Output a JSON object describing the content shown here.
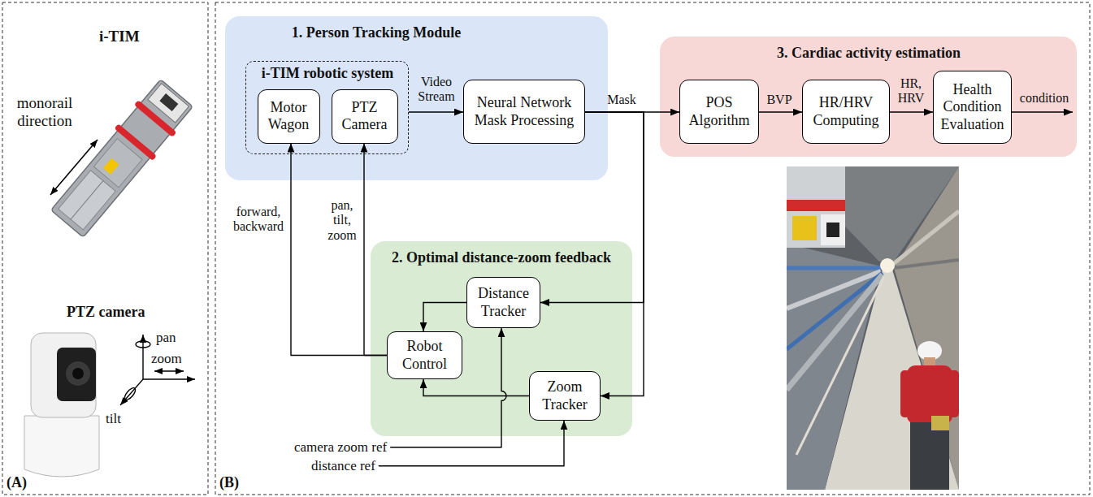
{
  "diagram": {
    "nodes": [
      {
        "text": [
          "1. Person Tracking Module"
        ]
      },
      {
        "text": [
          "i-TIM robotic system"
        ],
        "in": 0
      },
      {
        "text": [
          "Motor Wagon"
        ],
        "in": 1
      },
      {
        "text": [
          "PTZ Camera"
        ],
        "in": 1
      },
      {
        "text": [
          "Neural Network Mask Processing"
        ],
        "in": 0
      },
      {
        "text": [
          "3. Cardiac activity estimation"
        ]
      },
      {
        "text": [
          "POS Algorithm"
        ],
        "in": 5
      },
      {
        "text": [
          "HR/HRV Computing"
        ],
        "in": 5
      },
      {
        "text": [
          "Health Condition Evaluation"
        ],
        "in": 5
      },
      {
        "text": [
          "2. Optimal distance-zoom feedback"
        ]
      },
      {
        "text": [
          "Distance Tracker"
        ],
        "in": 9
      },
      {
        "text": [
          "Robot Control"
        ],
        "in": 9
      },
      {
        "text": [
          "Zoom Tracker"
        ],
        "in": 9
      }
    ],
    "edges": [
      {
        "from": 1,
        "to": 4,
        "label": "Video Stream",
        "arrow": "to"
      },
      {
        "from": 4,
        "to": 6,
        "label": "Mask",
        "arrow": "to"
      },
      {
        "from": 4,
        "to": 10,
        "arrow": "to"
      },
      {
        "from": 4,
        "to": 12,
        "arrow": "to"
      },
      {
        "from": 6,
        "to": 7,
        "label": "BVP",
        "arrow": "to"
      },
      {
        "from": 7,
        "to": 8,
        "label": "HR, HRV",
        "arrow": "to"
      },
      {
        "from": 10,
        "to": 11,
        "arrow": "to"
      },
      {
        "from": 12,
        "to": 11,
        "arrow": "to"
      },
      {
        "from": 11,
        "to": 2,
        "label": "forward, backward",
        "arrow": "to"
      },
      {
        "from": 11,
        "to": 3,
        "label": "pan, tilt, zoom",
        "arrow": "to"
      }
    ],
    "labels": [
      "i-TIM",
      "monorail direction",
      "PTZ camera",
      "pan",
      "zoom",
      "tilt",
      "(A)",
      "condition",
      "camera zoom ref",
      "distance ref",
      "(B)"
    ]
  }
}
